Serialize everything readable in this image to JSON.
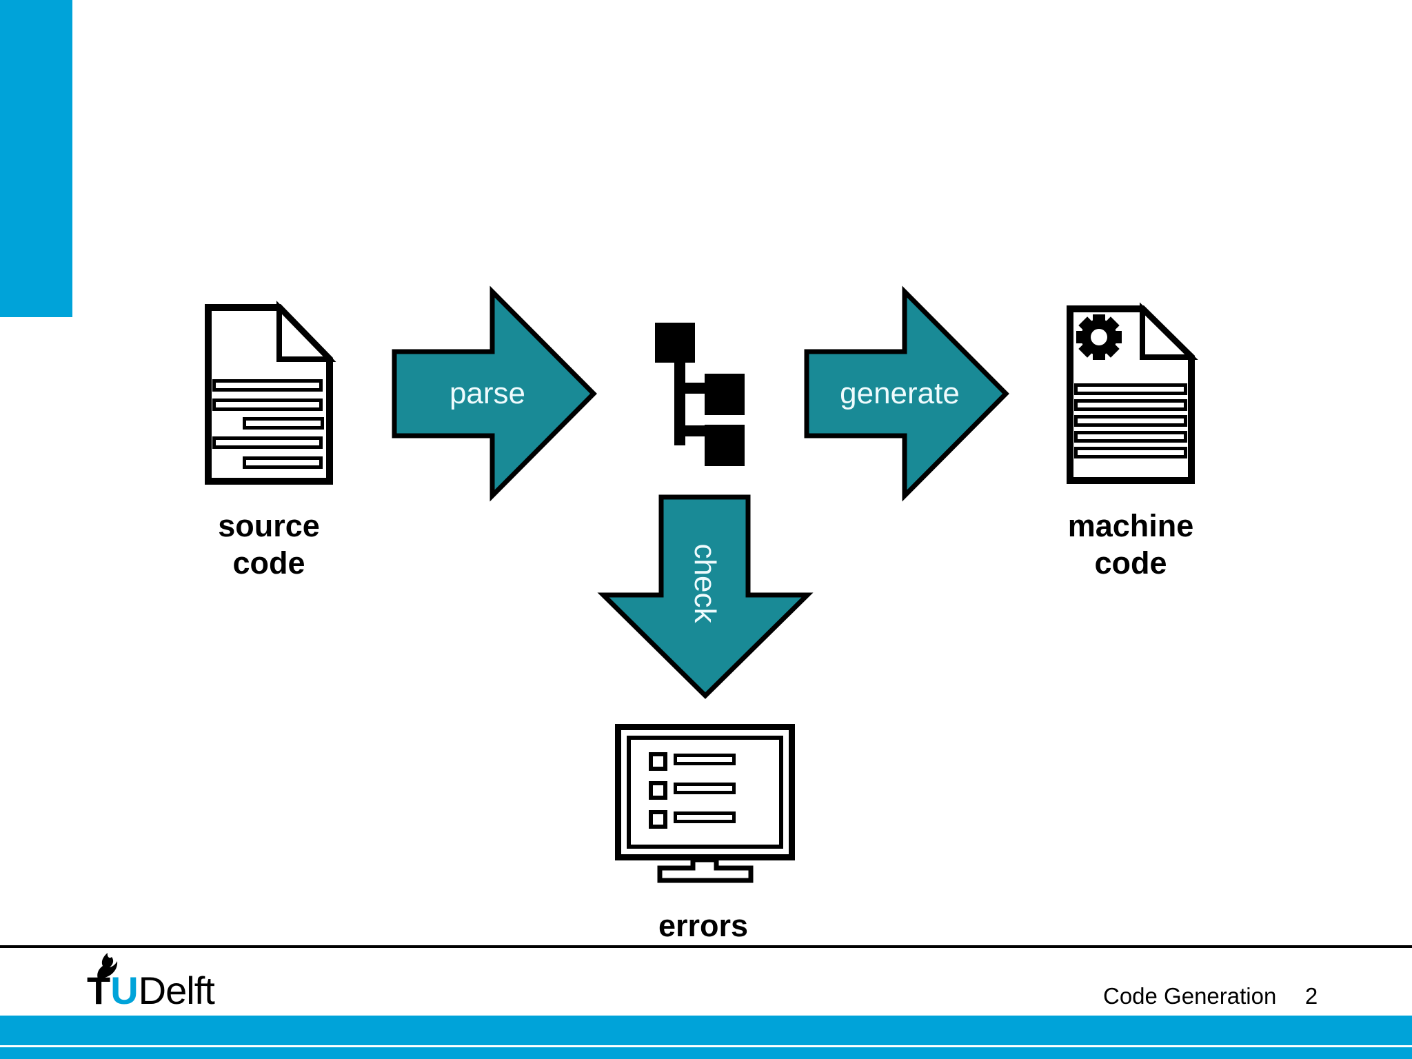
{
  "slide": {
    "colors": {
      "accent_blue": "#00A3D9",
      "arrow_teal": "#198A96",
      "arrow_label_text": "#EFFBFD",
      "outline": "#000000"
    },
    "logo": {
      "t": "T",
      "u": "U",
      "rest": "Delft"
    },
    "footer": {
      "course_title": "Code Generation",
      "page_number": "2"
    }
  },
  "diagram": {
    "icons": {
      "source": "document-lines-icon",
      "ast": "tree-hierarchy-icon",
      "machine": "document-gear-icon",
      "errors": "monitor-list-icon",
      "logo": "tu-delft-flame-icon"
    },
    "nodes": {
      "source": {
        "line1": "source",
        "line2": "code"
      },
      "machine": {
        "line1": "machine",
        "line2": "code"
      },
      "errors": {
        "label": "errors"
      }
    },
    "arrows": {
      "parse": {
        "label": "parse",
        "direction": "right"
      },
      "generate": {
        "label": "generate",
        "direction": "right"
      },
      "check": {
        "label": "check",
        "direction": "down"
      }
    }
  }
}
